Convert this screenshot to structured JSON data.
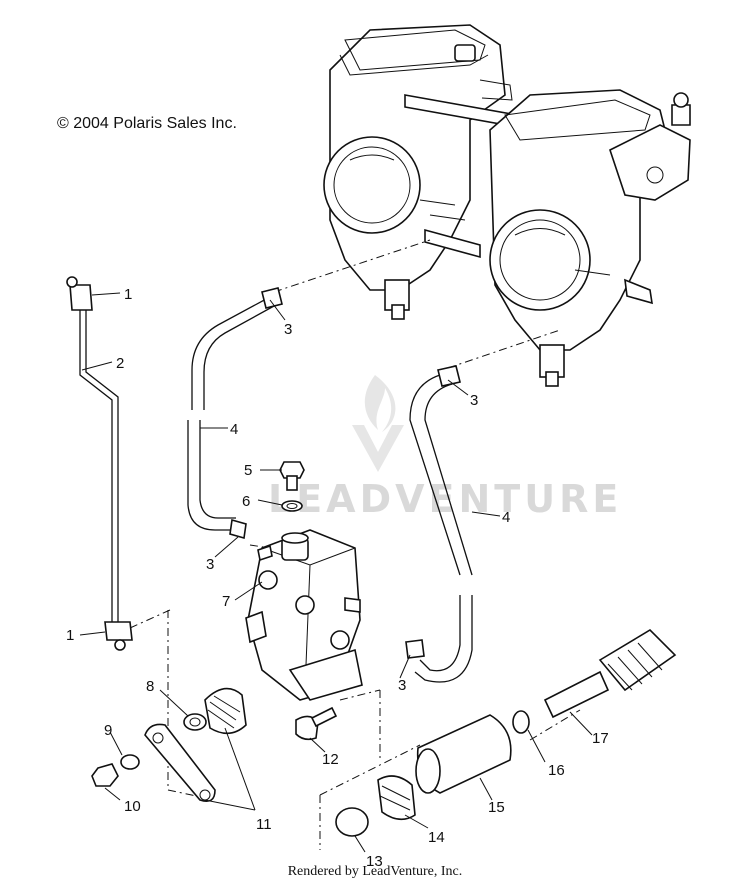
{
  "copyright": "© 2004 Polaris Sales Inc.",
  "footer": "Rendered by LeadVenture, Inc.",
  "watermark": "LEADVENTURE",
  "callouts": {
    "c1a": "1",
    "c1b": "1",
    "c2": "2",
    "c3a": "3",
    "c3b": "3",
    "c3c": "3",
    "c3d": "3",
    "c4a": "4",
    "c4b": "4",
    "c5": "5",
    "c6": "6",
    "c7": "7",
    "c8": "8",
    "c9": "9",
    "c10": "10",
    "c11": "11",
    "c12": "12",
    "c13": "13",
    "c14": "14",
    "c15": "15",
    "c16": "16",
    "c17": "17"
  },
  "colors": {
    "line": "#111111",
    "watermark": "#d9d9d9"
  }
}
